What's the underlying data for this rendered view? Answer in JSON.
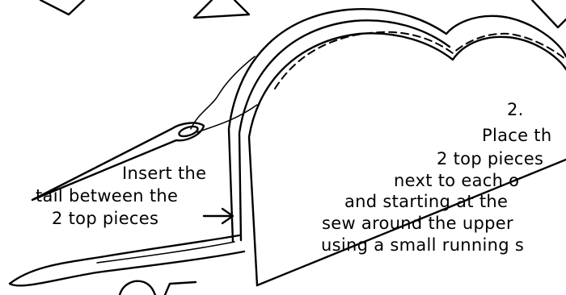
{
  "step": {
    "number": "2.",
    "lines": [
      "Place th",
      "2 top pieces",
      "next to each o",
      "and starting at the",
      "sew around the upper",
      "using a small running s"
    ]
  },
  "callout": {
    "lines": [
      "Insert the",
      "tail between the",
      "2 top pieces"
    ]
  }
}
